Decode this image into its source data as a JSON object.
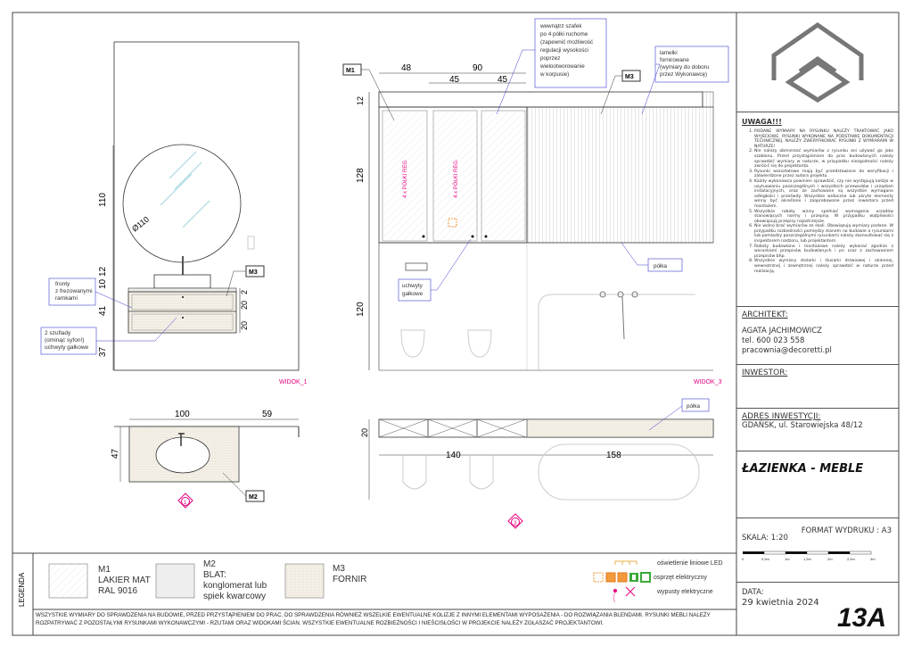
{
  "title_block": {
    "notes_title": "UWAGA!!!",
    "notes": [
      "PODANE WYMIARY NA RYSUNKU NALEŻY TRAKTOWAĆ JAKO WYJŚCIOWE. RYSUNKI WYKONANE NA PODSTAWIE DOKUMENTACJI TECHNICZNEJ. NALEŻY ZWERYFIKOWAĆ RYSUNKI Z WYMIARAMI W NATURZE!",
      "Nie należy obmierzać wymiarów z rysunku ani używać go jako szablonu. Przed przystąpieniem do prac budowlanych należy sprawdzić wymiary w naturze, w przypadku niezgodności należy zwrócić się do projektanta.",
      "Rysunki warsztatowe mają być przedstawione do weryfikacji i zatwierdzone przez autora projektu.",
      "Każdy wykonawca powinien sprawdzić, czy nie występują kolizje w usytuowaniu poszczególnych i wszystkich przewodów i urządzeń instalacyjnych, oraz że zachowane są wszystkie wymagane odległości i prześwity. Wszystkie widoczne lub ukryte elementy winny być określone i zaaprobowane przez inwestora przed montażem.",
      "Wszystkie roboty winny spełniać wymagania urzędów stanowiących normy i przepisy. W przypadku wątpliwości obowiązują przepisy najostrzejsze.",
      "Nie wolno brać wymiarów ze skali. Obowiązują wymiary podane. W przypadku rozbieżności pomiędzy stanem na budowie a rysunkami lub pomiędzy poszczególnymi rysunkami należy skonsultować się z inspektorem nadzoru, lub projektantem.",
      "Roboty budowlane i montażowe należy wykonać zgodnie z warunkami przepisów budowlanych i pn oraz z zachowaniem przepisów bhp.",
      "Wszystkie wymiary stolarki i ślusarki drzwiowej i okiennej, wewnętrznej i zewnętrznej należy sprawdzić w naturze przed realizacją."
    ],
    "architect_label": "ARCHITEKT:",
    "architect_name": "AGATA JACHIMOWICZ",
    "architect_phone": "tel. 600 023 558",
    "architect_email": "pracownia@decoretti.pl",
    "investor_label": "INWESTOR:",
    "address_label": "ADRES INWESTYCJI:",
    "address": "GDAŃSK, ul. Starowiejska 48/12",
    "drawing_title": "ŁAZIENKA - MEBLE",
    "scale": "SKALA: 1:20",
    "print_format": "FORMAT WYDRUKU : A3",
    "scale_ticks": [
      "0",
      "0,5m",
      "1m",
      "1,5m",
      "2m",
      "2,5m",
      "3m"
    ],
    "date_label": "DATA:",
    "date": "29 kwietnia 2024",
    "sheet_number": "13A"
  },
  "legend": {
    "title": "LEGENDA",
    "materials": [
      {
        "code": "M1",
        "lines": [
          "LAKIER MAT",
          "RAL 9016"
        ]
      },
      {
        "code": "M2",
        "lines": [
          "BLAT:",
          "konglomerat lub",
          "spiek kwarcowy"
        ]
      },
      {
        "code": "M3",
        "lines": [
          "FORNIR"
        ]
      }
    ],
    "symbols": [
      "oświetlenie liniowe LED",
      "osprzęt elektryczny",
      "wypusty elektryczne"
    ],
    "footer": "WSZYSTKIE WYMIARY DO SPRAWDZENIA NA BUDOWIE, PRZED PRZYSTĄPIENIEM DO PRAC. DO SPRAWDZENIA RÓWNIEŻ WSZELKIE EWENTUALNE KOLIZJE Z INNYMI ELEMENTAMI WYPOSAŻENIA - DO ROZWIĄZANIA BLENDAMI. RYSUNKI MEBLI NALEŻY ROZPATRYWAĆ Z POZOSTAŁYMI RYSUNKAMI WYKONAWCZYMI - RZUTAMI ORAZ WIDOKAMI ŚCIAN. WSZYSTKIE EWENTUALNE ROZBIEŻNOŚCI I NIEŚCISŁOŚCI W PROJEKCIE NALEŻY ZGŁASZAĆ PROJEKTANTOWI."
  },
  "view1": {
    "label": "WIDOK_1",
    "dims": {
      "mirror": "110",
      "diameter": "Ø110",
      "gap1": "12",
      "gap2": "10",
      "cabinet": "41",
      "floor": "37",
      "top": "2",
      "drawer1": "20",
      "drawer2": "20",
      "plan_w": "100",
      "plan_r": "59",
      "plan_d": "47"
    },
    "tag_m3": "M3",
    "tag_m2": "M2",
    "note_fronts": [
      "fronty",
      "z frezowanymi",
      "ramkami"
    ],
    "note_drawers": [
      "2 szuflady",
      "(ominąć syfon!)",
      "uchwyty gałkowe"
    ],
    "marker": "1"
  },
  "view3": {
    "label": "WIDOK_3",
    "dims": {
      "w48": "48",
      "w90": "90",
      "w45a": "45",
      "w45b": "45",
      "h12": "12",
      "h128": "128",
      "h120": "120",
      "plan_d": "20",
      "plan_a": "140",
      "plan_b": "158"
    },
    "tag_m1": "M1",
    "tag_m3": "M3",
    "shelf_text": "4 x PÓŁKI REG.",
    "note_shelves": [
      "wewnątrz szafek",
      "po 4 półki ruchome",
      "(zapewnić możliwość",
      "regulacji wysokości",
      "poprzez",
      "wielootworowanie",
      "w korpusie)"
    ],
    "note_lamels": [
      "lamelki",
      "fornirowane",
      "(wymiary do doboru",
      "przez Wykonawcę)"
    ],
    "note_handles": [
      "uchwyty",
      "gałkowe"
    ],
    "note_shelf": "półka",
    "note_shelf_plan": "półka",
    "marker": "3"
  },
  "colors": {
    "accent": "#e6007e",
    "note_line": "#3a3acc",
    "led": "#e8b04a",
    "orange": "#f39a3c",
    "green": "#3aa83a"
  }
}
